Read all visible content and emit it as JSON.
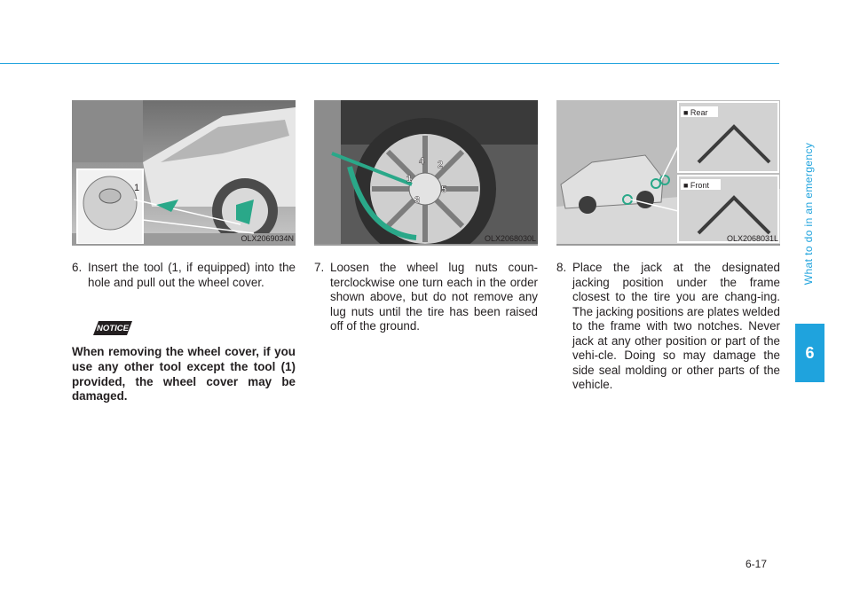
{
  "header": {
    "chapter_title": "What to do in an emergency",
    "chapter_number": "6"
  },
  "figures": [
    {
      "code": "OLX2069034N",
      "callout": "1"
    },
    {
      "code": "OLX2068030L",
      "nut_labels": [
        "1",
        "2",
        "3",
        "4",
        "5"
      ]
    },
    {
      "code": "OLX2068031L",
      "rear_label": "■ Rear",
      "front_label": "■ Front"
    }
  ],
  "steps": [
    {
      "number": "6.",
      "text": "Insert the tool (1, if equipped) into the hole and pull out the wheel cover."
    },
    {
      "number": "7.",
      "text": "Loosen the wheel lug nuts coun-terclockwise one turn each in the order shown above, but do not remove any lug nuts until the tire has been raised off of the ground."
    },
    {
      "number": "8.",
      "text": "Place the jack at the designated jacking position under the frame closest to the tire you are chang-ing. The jacking positions are plates welded to the frame with two notches. Never jack at any other position or part of the vehi-cle. Doing so may damage the side seal molding or other parts of the vehicle."
    }
  ],
  "notice": {
    "label": "NOTICE",
    "text": "When removing the wheel cover, if you use any other tool except the tool (1) provided, the wheel cover may be damaged."
  },
  "footer": {
    "page_number": "6-17"
  },
  "colors": {
    "accent": "#1fa3dd",
    "callout": "#2aa889"
  }
}
